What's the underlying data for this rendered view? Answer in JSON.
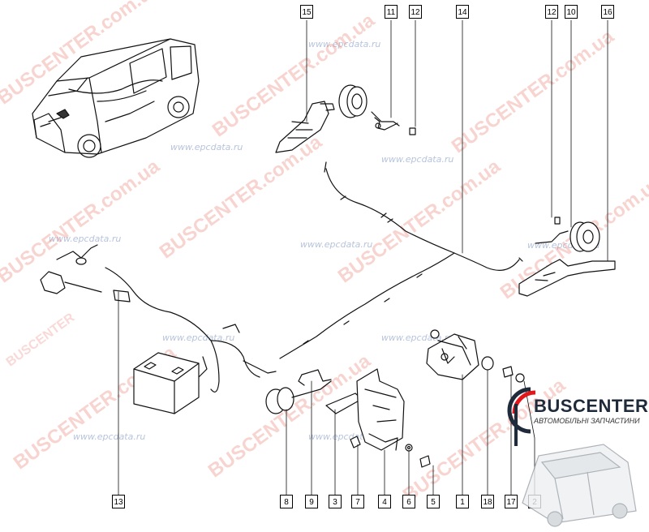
{
  "diagram": {
    "callouts": [
      "1",
      "2",
      "3",
      "4",
      "5",
      "6",
      "7",
      "8",
      "9",
      "10",
      "11",
      "12",
      "12",
      "13",
      "14",
      "15",
      "16",
      "17",
      "18"
    ],
    "watermarks": {
      "site_ru": "www.epcdata.ru",
      "site_ua": "BUSCENTER.com.ua",
      "brand": "BUSCENTER"
    }
  },
  "logo": {
    "name": "BUSCENTER",
    "subtitle": "АВТОМОБІЛЬНІ ЗАПЧАСТИНИ",
    "colors": {
      "accent": "#e2171b",
      "text": "#1f2a3a"
    }
  }
}
